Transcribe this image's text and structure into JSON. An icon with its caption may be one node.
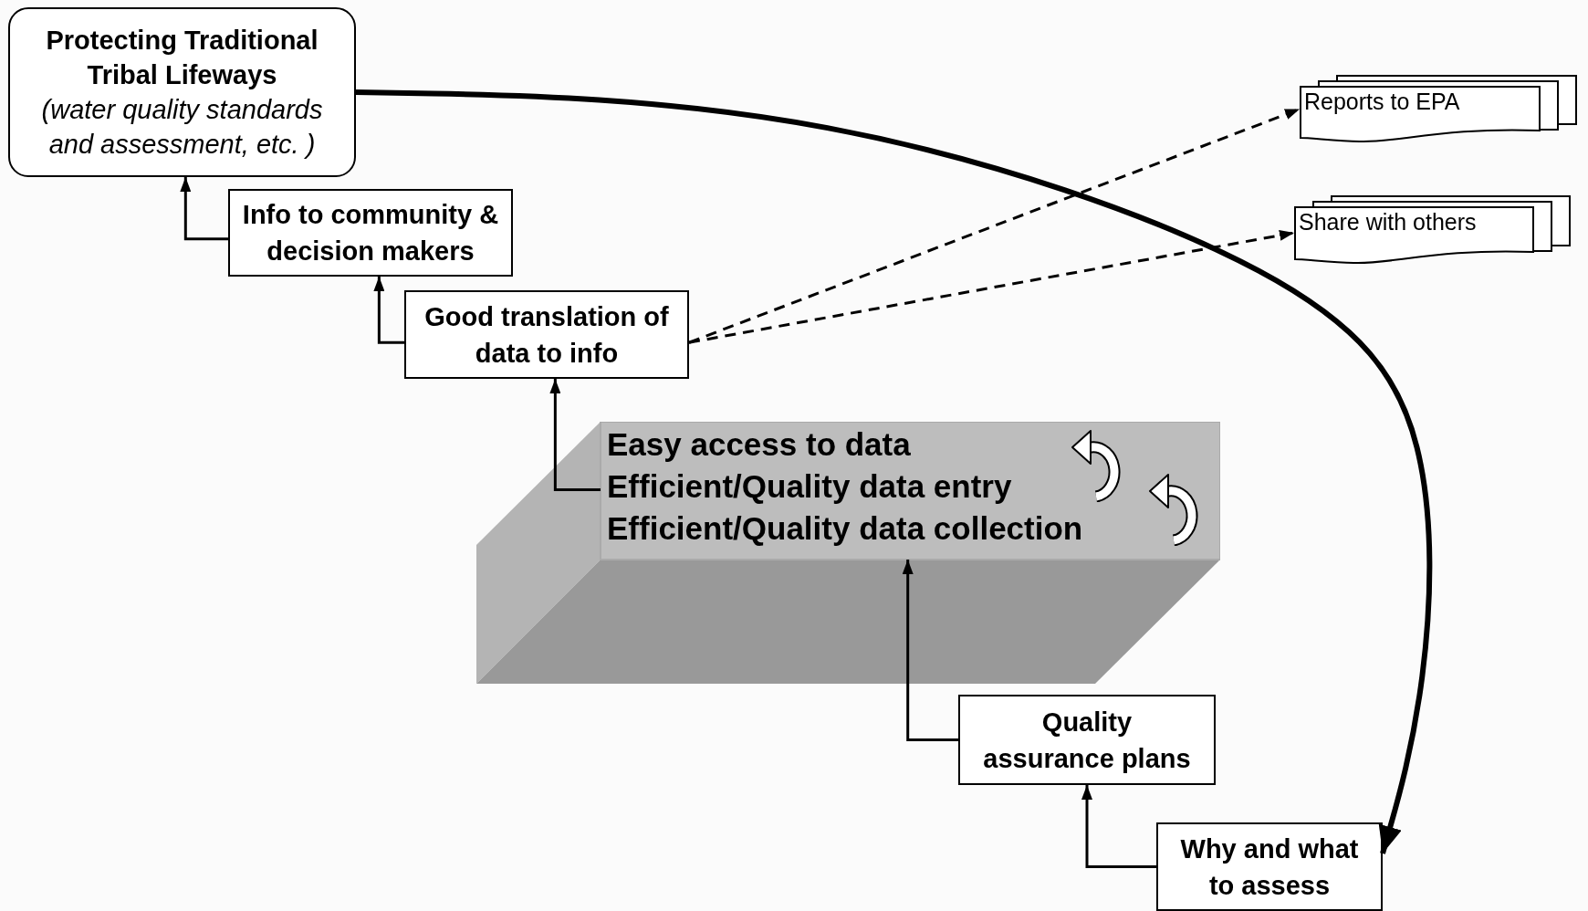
{
  "diagram": {
    "nodes": [
      {
        "text": [
          "Protecting Traditional Tribal Lifeways",
          "(water quality standards and assessment, etc. )"
        ]
      },
      {
        "text": [
          "Info to community & decision makers"
        ]
      },
      {
        "text": [
          "Good translation of data to info"
        ]
      },
      {
        "text": [
          "Easy access to data",
          "Efficient/Quality data entry",
          "Efficient/Quality data collection"
        ]
      },
      {
        "text": [
          "Quality assurance plans"
        ]
      },
      {
        "text": [
          "Why and what to assess"
        ]
      },
      {
        "text": [
          "Reports to EPA"
        ]
      },
      {
        "text": [
          "Share with others"
        ]
      }
    ],
    "edges": [
      {
        "from": 1,
        "to": 0,
        "arrow": "to"
      },
      {
        "from": 2,
        "to": 1,
        "arrow": "to"
      },
      {
        "from": 3,
        "to": 2,
        "arrow": "to"
      },
      {
        "from": 4,
        "to": 3,
        "arrow": "to"
      },
      {
        "from": 5,
        "to": 4,
        "arrow": "to"
      },
      {
        "from": 0,
        "to": 5,
        "arrow": "to",
        "style": "thick"
      },
      {
        "from": 2,
        "to": 6,
        "arrow": "to",
        "style": "dashed"
      },
      {
        "from": 2,
        "to": 7,
        "arrow": "to",
        "style": "dashed"
      }
    ]
  }
}
